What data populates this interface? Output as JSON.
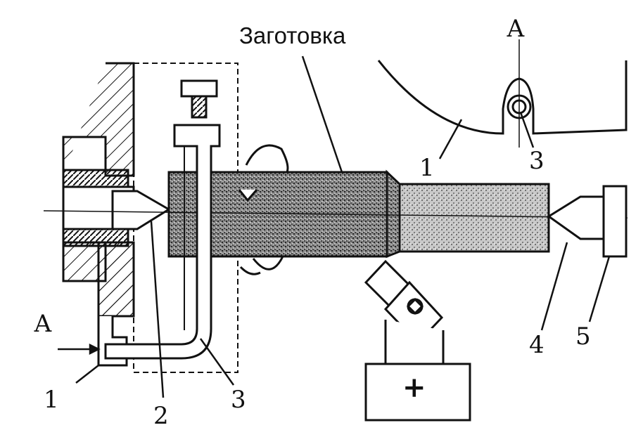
{
  "title": "Заготовка",
  "section_marks": {
    "top": "А",
    "left": "А"
  },
  "callouts": {
    "n1_left": "1",
    "n2": "2",
    "n3_bottom": "3",
    "n4": "4",
    "n5": "5",
    "n1_section": "1",
    "n3_section": "3"
  },
  "tool_symbol": "+",
  "colors": {
    "ink": "#111111",
    "paper": "#ffffff",
    "stipple": "#3a3a3a"
  }
}
